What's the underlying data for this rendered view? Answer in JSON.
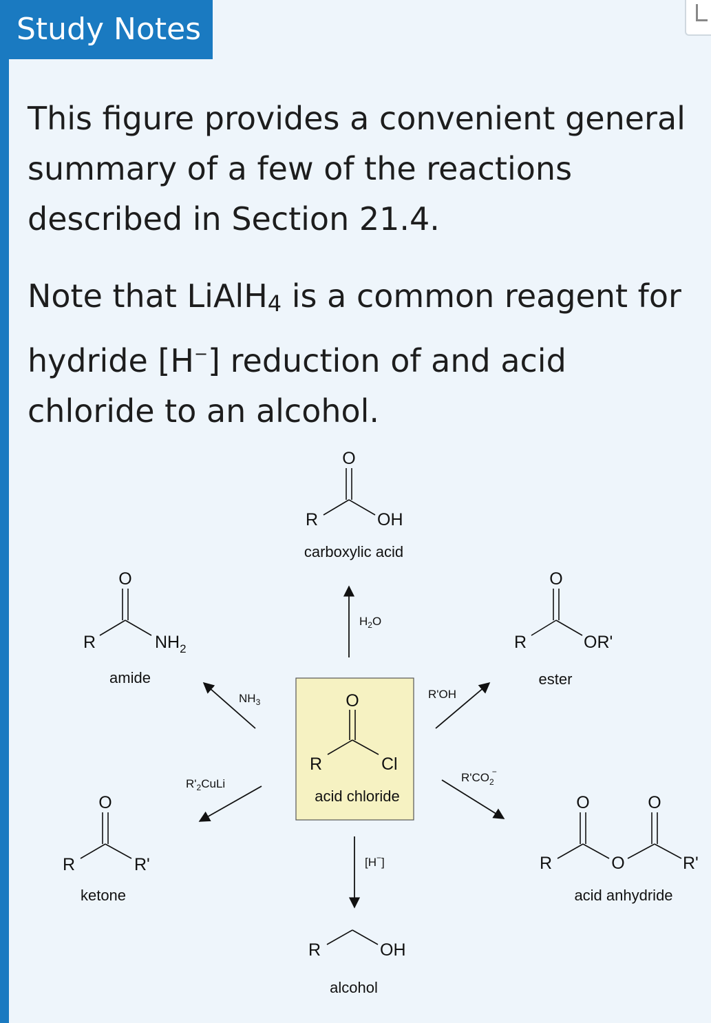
{
  "header": {
    "title": "Study Notes"
  },
  "paragraphs": {
    "p1": "This figure provides a convenient general summary of a few of the reactions described in Section 21.4.",
    "p2_a": "Note that LiAlH",
    "p2_sub": "4",
    "p2_b": " is a common reagent for hydride [H",
    "p2_sup": "−",
    "p2_c": "] reduction of and acid chloride to an alcohol."
  },
  "diagram": {
    "center": {
      "label": "acid chloride",
      "o": "O",
      "r": "R",
      "cl": "Cl"
    },
    "carboxylic_acid": {
      "label": "carboxylic acid",
      "o": "O",
      "r": "R",
      "oh": "OH"
    },
    "amide": {
      "label": "amide",
      "o": "O",
      "r": "R",
      "nh": "NH",
      "sub": "2"
    },
    "ester": {
      "label": "ester",
      "o": "O",
      "r": "R",
      "or": "OR'"
    },
    "ketone": {
      "label": "ketone",
      "o": "O",
      "r": "R",
      "r2": "R'"
    },
    "anhydride": {
      "label": "acid anhydride",
      "o1": "O",
      "o2": "O",
      "o3": "O",
      "r": "R",
      "r2": "R'"
    },
    "alcohol": {
      "label": "alcohol",
      "r": "R",
      "oh": "OH"
    },
    "reagents": {
      "h2o_a": "H",
      "h2o_sub": "2",
      "h2o_b": "O",
      "nh3_a": "NH",
      "nh3_sub": "3",
      "roh": "R'OH",
      "cuprate_a": "R'",
      "cuprate_sub": "2",
      "cuprate_b": "CuLi",
      "rco2_a": "R'CO",
      "rco2_sub": "2",
      "rco2_sup": "−",
      "hydride_a": "[H",
      "hydride_sup": "−",
      "hydride_b": "]"
    }
  },
  "colors": {
    "accent": "#1a7ac1",
    "box_fill": "#f6f2c2",
    "background": "#eef5fb"
  }
}
